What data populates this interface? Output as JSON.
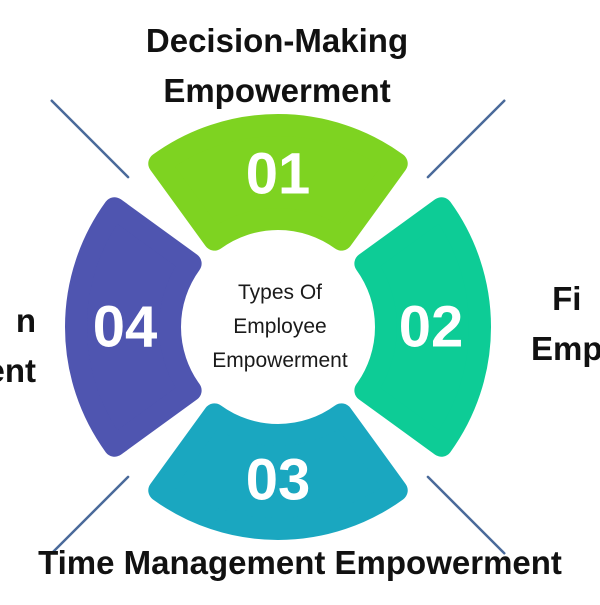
{
  "center": {
    "lines": [
      "Types Of",
      "Employee",
      "Empowerment"
    ]
  },
  "segments": [
    {
      "number": "01",
      "color": "#7ed321",
      "label_lines": [
        "Decision-Making",
        "Empowerment"
      ]
    },
    {
      "number": "02",
      "color": "#0dcc96",
      "label_lines": [
        "Fi",
        "Emp"
      ]
    },
    {
      "number": "03",
      "color": "#1aa7c0",
      "label_lines": [
        "Time Management Empowerment"
      ]
    },
    {
      "number": "04",
      "color": "#4f55b0",
      "label_lines": [
        "n",
        "ent"
      ]
    }
  ],
  "connector_color": "#4a6a9a"
}
